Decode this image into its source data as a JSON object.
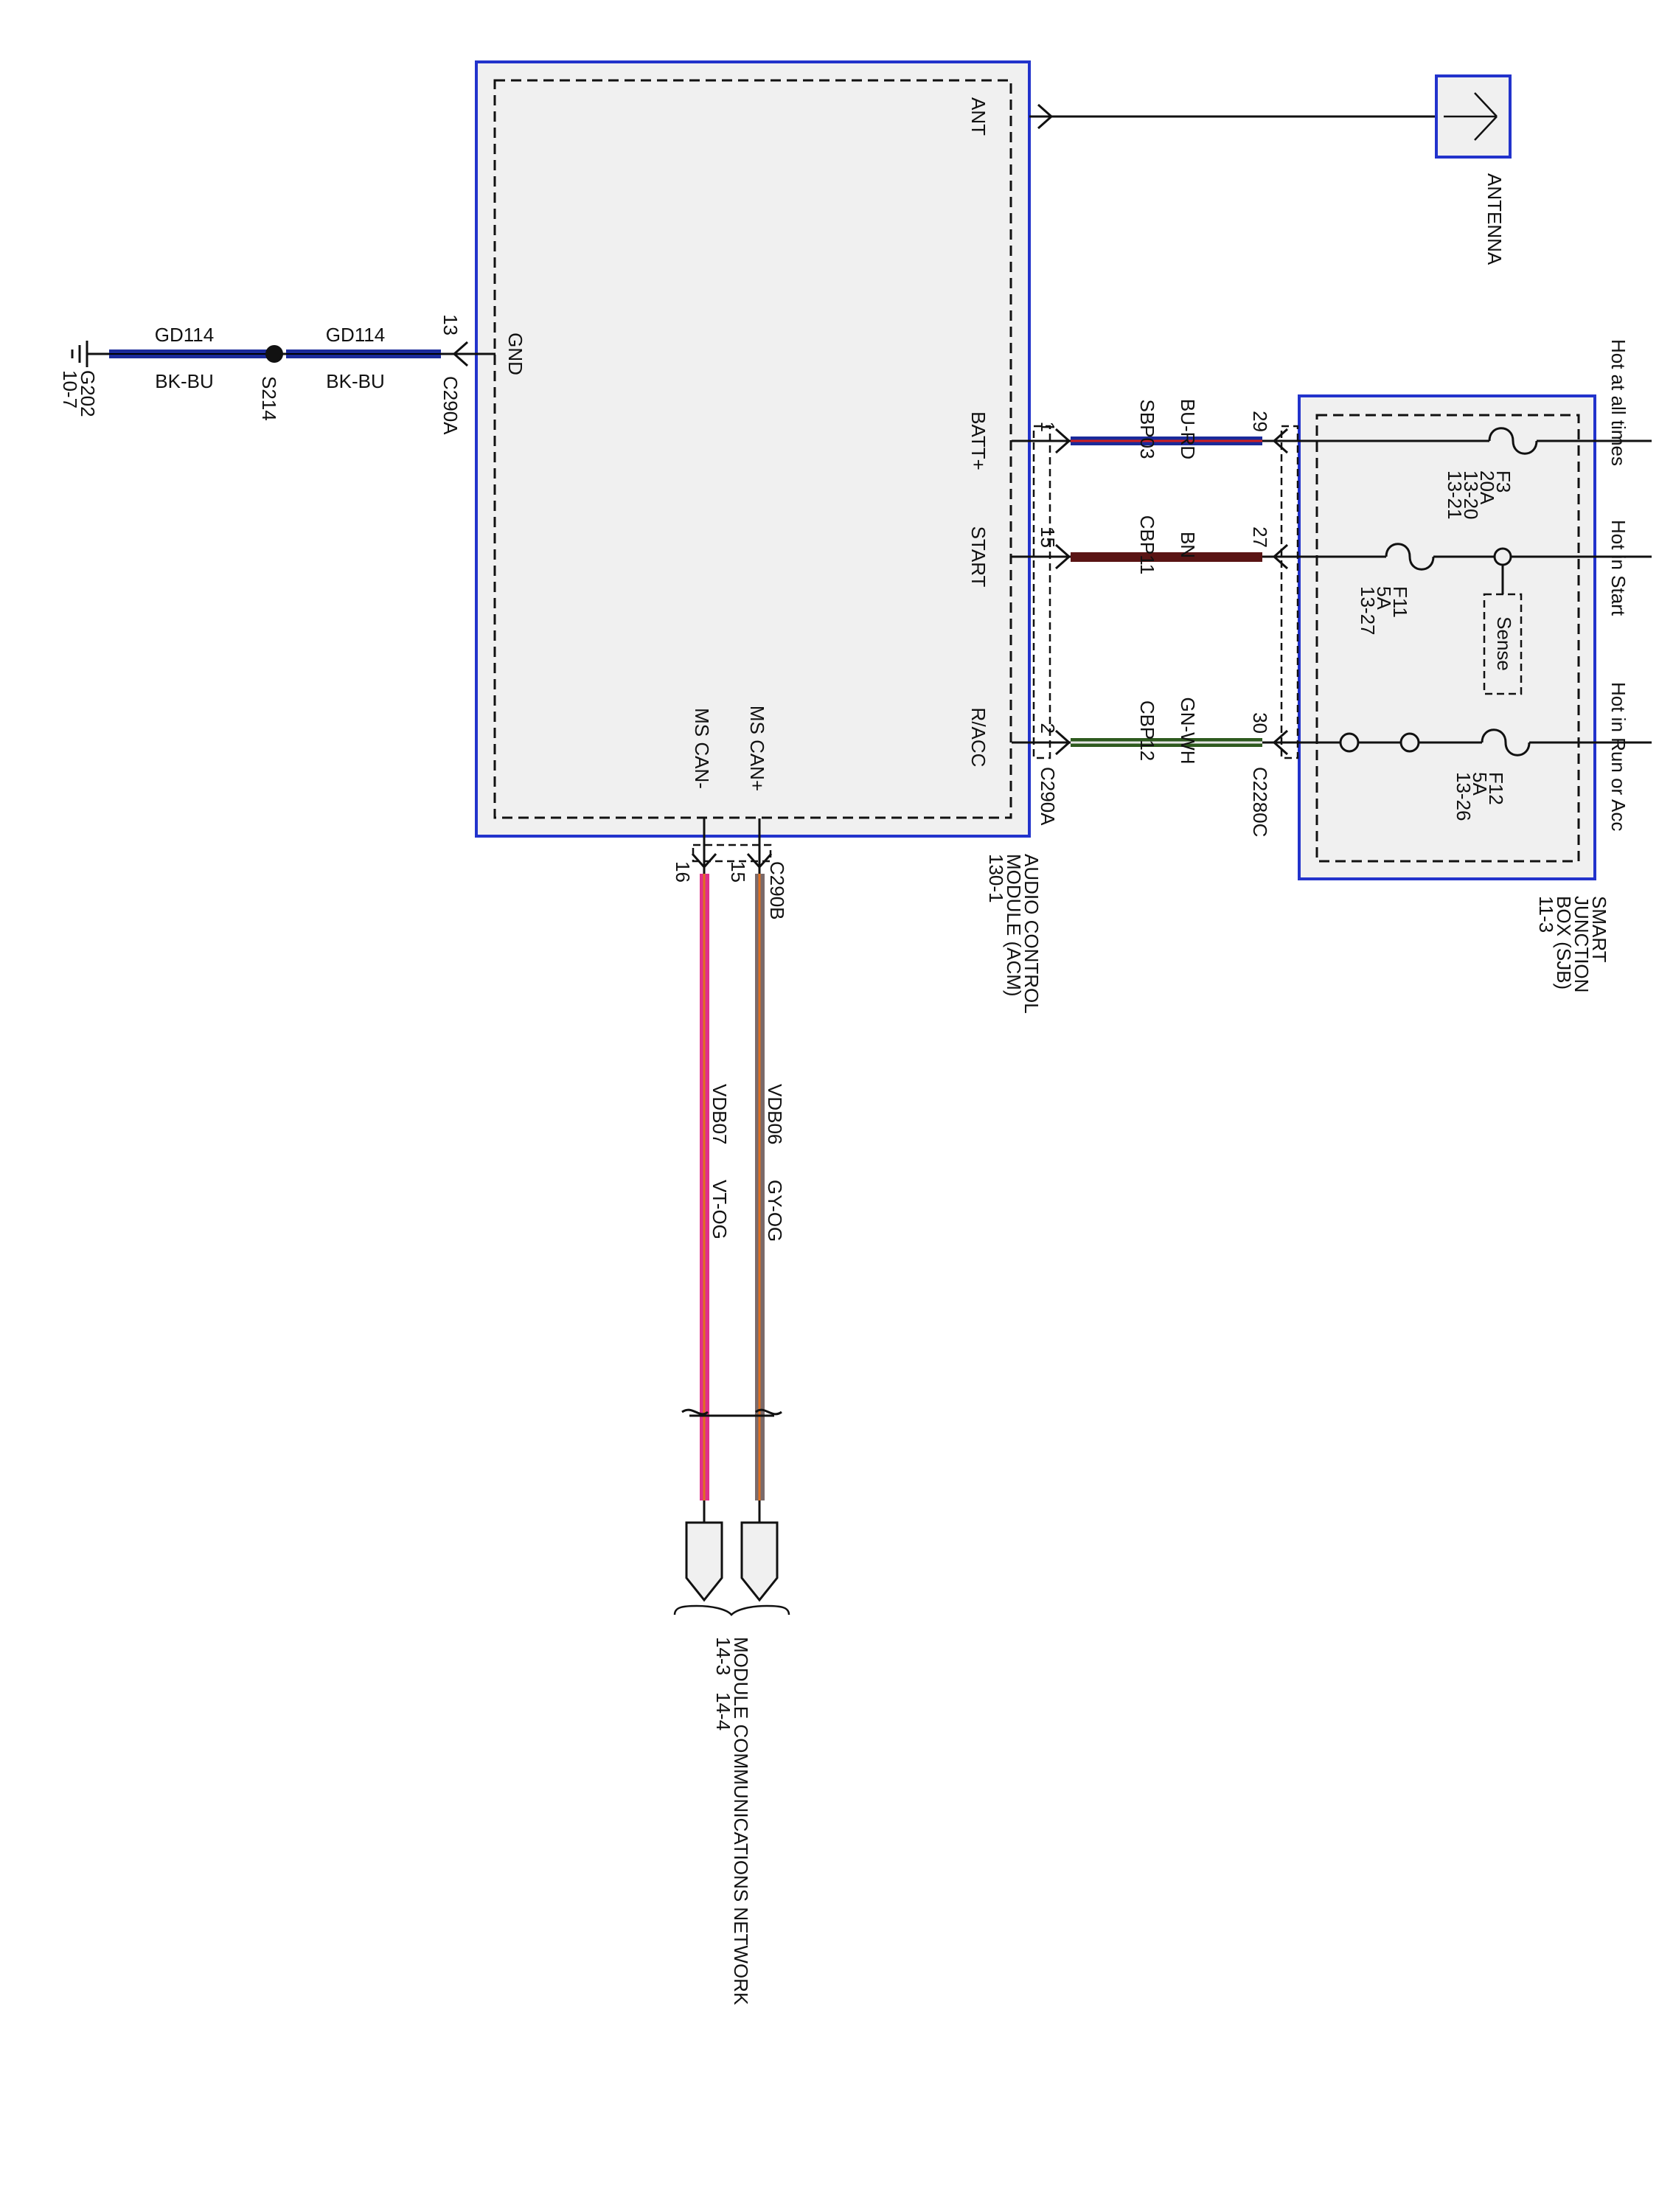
{
  "acm": {
    "name_line1": "AUDIO CONTROL",
    "name_line2": "MODULE (ACM)",
    "ref": "130-1",
    "pins": {
      "ant": "ANT",
      "gnd": "GND",
      "batt": "BATT+",
      "start": "START",
      "racc": "R/ACC",
      "can_plus": "MS CAN+",
      "can_minus": "MS CAN-"
    }
  },
  "sjb": {
    "name_line1": "SMART",
    "name_line2": "JUNCTION",
    "name_line3": "BOX (SJB)",
    "ref": "11-3",
    "sense": "Sense"
  },
  "supply_labels": {
    "hot_always": "Hot at all times",
    "hot_start": "Hot in Start",
    "hot_run": "Hot in Run or Acc"
  },
  "fuses": {
    "f3": {
      "name": "F3",
      "rating": "20A",
      "ref1": "13-20",
      "ref2": "13-21"
    },
    "f11": {
      "name": "F11",
      "rating": "5A",
      "ref1": "13-27"
    },
    "f12": {
      "name": "F12",
      "rating": "5A",
      "ref1": "13-26"
    }
  },
  "circuits": {
    "sbp03": {
      "id": "SBP03",
      "color": "BU-RD",
      "acm_pin": "1",
      "sjb_pin": "29"
    },
    "cbp11": {
      "id": "CBP11",
      "color": "BN",
      "acm_pin": "15",
      "sjb_pin": "27"
    },
    "cbp12": {
      "id": "CBP12",
      "color": "GN-WH",
      "acm_pin": "2",
      "sjb_pin": "30"
    },
    "gd114_a": {
      "id": "GD114",
      "color": "BK-BU"
    },
    "gd114_b": {
      "id": "GD114",
      "color": "BK-BU",
      "acm_pin": "13"
    },
    "vdb06": {
      "id": "VDB06",
      "color": "GY-OG",
      "acm_pin": "15"
    },
    "vdb07": {
      "id": "VDB07",
      "color": "VT-OG",
      "acm_pin": "16"
    }
  },
  "connectors": {
    "c290a": "C290A",
    "c2280c": "C2280C",
    "c290b": "C290B"
  },
  "splice": "S214",
  "ground": {
    "name": "G202",
    "ref": "10-7"
  },
  "antenna": "ANTENNA",
  "network": {
    "name": "MODULE COMMUNICATIONS NETWORK",
    "ref1": "14-3",
    "ref2": "14-4"
  },
  "colors": {
    "box_border": "#2233cc",
    "box_fill": "#f0f0f0",
    "wire_blue": "#1a2a9a",
    "wire_red_stripe": "#d02020",
    "wire_brown": "#5a1414",
    "wire_green": "#2e5a1e",
    "wire_white_stripe": "#e8e8e8",
    "wire_gray": "#7a6a6a",
    "wire_orange_stripe": "#e07020",
    "wire_violet": "#e0308a"
  }
}
